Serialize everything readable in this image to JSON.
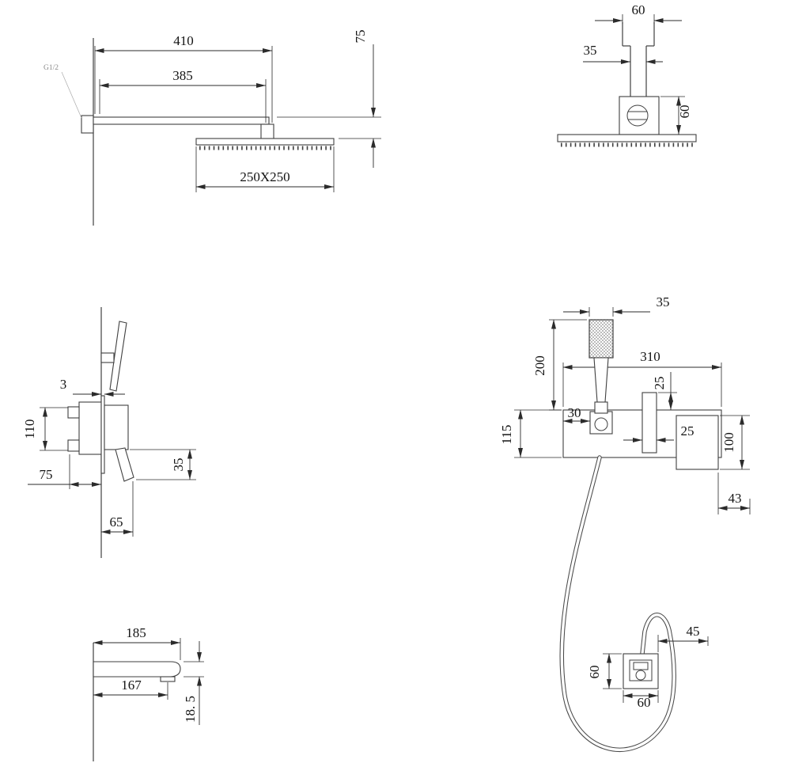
{
  "colors": {
    "background": "#ffffff",
    "line": "#3f3f3f",
    "dimension": "#2b2b2b",
    "label": "#141414",
    "note": "#8a8a8a"
  },
  "views": {
    "v1": {
      "d410": "410",
      "d385": "385",
      "d75": "75",
      "d250": "250X250",
      "thread": "G1/2"
    },
    "v2": {
      "d60top": "60",
      "d35": "35",
      "d60side": "60"
    },
    "v3": {
      "d3": "3",
      "d110": "110",
      "d75": "75",
      "d35": "35",
      "d65": "65"
    },
    "v4": {
      "d35": "35",
      "d310": "310",
      "d200": "200",
      "d25a": "25",
      "d30": "30",
      "d115": "115",
      "d25b": "25",
      "d100": "100",
      "d43": "43"
    },
    "v5": {
      "d185": "185",
      "d167": "167",
      "d18_5": "18. 5"
    },
    "v6": {
      "d45": "45",
      "d60v": "60",
      "d60h": "60"
    }
  }
}
